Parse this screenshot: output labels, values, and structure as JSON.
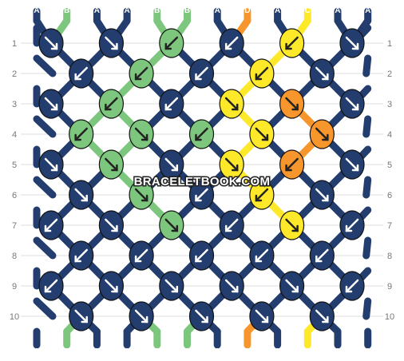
{
  "pattern": {
    "watermark": "BRACELETBOOK.COM",
    "colors": {
      "A": "#223d6e",
      "B": "#7dc67d",
      "C": "#fde82a",
      "D": "#f7962c"
    },
    "top_letters": [
      "A",
      "B",
      "A",
      "A",
      "B",
      "B",
      "A",
      "D",
      "A",
      "C",
      "A",
      "A"
    ],
    "bottom_letters": [
      "A",
      "B",
      "A",
      "A",
      "B",
      "B",
      "A",
      "D",
      "A",
      "C",
      "A",
      "A"
    ],
    "row_labels": [
      "1",
      "2",
      "3",
      "4",
      "5",
      "6",
      "7",
      "8",
      "9",
      "10"
    ],
    "knots": [
      [
        {
          "c": "A",
          "d": "se"
        },
        {
          "c": "A",
          "d": "se"
        },
        {
          "c": "B",
          "d": "sw"
        },
        {
          "c": "A",
          "d": "sw"
        },
        {
          "c": "C",
          "d": "sw"
        },
        {
          "c": "A",
          "d": "se"
        }
      ],
      [
        {
          "c": "A",
          "d": "sw"
        },
        {
          "c": "B",
          "d": "sw"
        },
        {
          "c": "A",
          "d": "sw"
        },
        {
          "c": "C",
          "d": "sw"
        },
        {
          "c": "A",
          "d": "se"
        }
      ],
      [
        {
          "c": "A",
          "d": "se"
        },
        {
          "c": "B",
          "d": "sw"
        },
        {
          "c": "A",
          "d": "sw"
        },
        {
          "c": "C",
          "d": "se"
        },
        {
          "c": "D",
          "d": "se"
        },
        {
          "c": "A",
          "d": "se"
        }
      ],
      [
        {
          "c": "B",
          "d": "sw"
        },
        {
          "c": "B",
          "d": "se"
        },
        {
          "c": "B",
          "d": "sw"
        },
        {
          "c": "C",
          "d": "se"
        },
        {
          "c": "D",
          "d": "se"
        }
      ],
      [
        {
          "c": "A",
          "d": "se"
        },
        {
          "c": "B",
          "d": "se"
        },
        {
          "c": "A",
          "d": "se"
        },
        {
          "c": "C",
          "d": "se"
        },
        {
          "c": "D",
          "d": "sw"
        },
        {
          "c": "A",
          "d": "se"
        }
      ],
      [
        {
          "c": "A",
          "d": "se"
        },
        {
          "c": "B",
          "d": "se"
        },
        {
          "c": "A",
          "d": "sw"
        },
        {
          "c": "C",
          "d": "sw"
        },
        {
          "c": "A",
          "d": "se"
        }
      ],
      [
        {
          "c": "A",
          "d": "sw"
        },
        {
          "c": "A",
          "d": "se"
        },
        {
          "c": "B",
          "d": "se"
        },
        {
          "c": "A",
          "d": "sw"
        },
        {
          "c": "C",
          "d": "se"
        },
        {
          "c": "A",
          "d": "sw"
        }
      ],
      [
        {
          "c": "A",
          "d": "sw"
        },
        {
          "c": "A",
          "d": "sw"
        },
        {
          "c": "A",
          "d": "sw"
        },
        {
          "c": "A",
          "d": "sw"
        },
        {
          "c": "A",
          "d": "sw"
        }
      ],
      [
        {
          "c": "A",
          "d": "sw"
        },
        {
          "c": "A",
          "d": "se"
        },
        {
          "c": "A",
          "d": "se"
        },
        {
          "c": "A",
          "d": "se"
        },
        {
          "c": "A",
          "d": "se"
        },
        {
          "c": "A",
          "d": "sw"
        }
      ],
      [
        {
          "c": "A",
          "d": "se"
        },
        {
          "c": "A",
          "d": "se"
        },
        {
          "c": "A",
          "d": "se"
        },
        {
          "c": "A",
          "d": "se"
        },
        {
          "c": "A",
          "d": "se"
        }
      ]
    ]
  }
}
